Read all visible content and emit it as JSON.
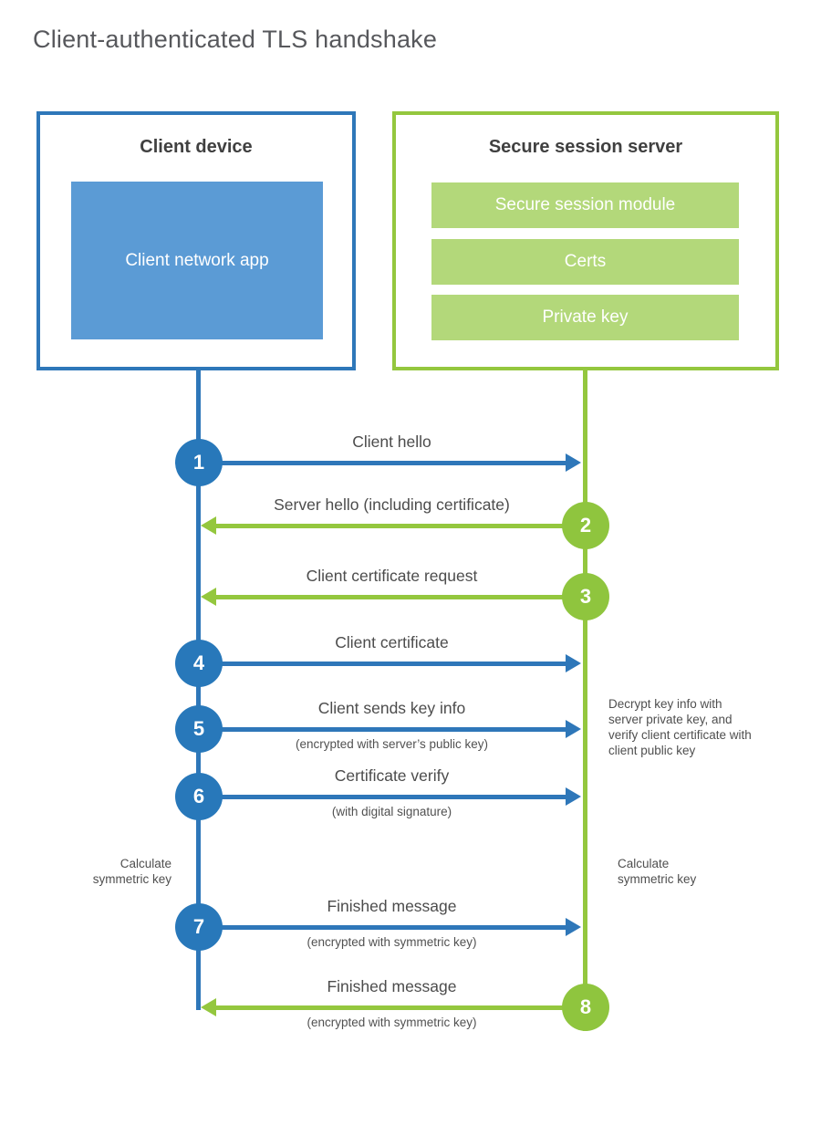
{
  "title": "Client-authenticated TLS handshake",
  "colors": {
    "blue_line": "#2e77b9",
    "blue_fill": "#5b9bd5",
    "green_line": "#94c73e",
    "green_fill": "#b3d87a",
    "text_dark": "#404040",
    "text_label": "#4c4c4c"
  },
  "client_box": {
    "title": "Client device",
    "app_label": "Client network app"
  },
  "server_box": {
    "title": "Secure session server",
    "modules": [
      "Secure session module",
      "Certs",
      "Private key"
    ]
  },
  "steps": [
    {
      "number": "1",
      "label": "Client hello",
      "sublabel": "",
      "direction": "right",
      "actor": "client"
    },
    {
      "number": "2",
      "label": "Server hello (including certificate)",
      "sublabel": "",
      "direction": "left",
      "actor": "server"
    },
    {
      "number": "3",
      "label": "Client certificate request",
      "sublabel": "",
      "direction": "left",
      "actor": "server"
    },
    {
      "number": "4",
      "label": "Client certificate",
      "sublabel": "",
      "direction": "right",
      "actor": "client"
    },
    {
      "number": "5",
      "label": "Client sends key info",
      "sublabel": "(encrypted with server’s public key)",
      "direction": "right",
      "actor": "client"
    },
    {
      "number": "6",
      "label": "Certificate verify",
      "sublabel": "(with digital signature)",
      "direction": "right",
      "actor": "client"
    },
    {
      "number": "7",
      "label": "Finished message",
      "sublabel": "(encrypted with symmetric key)",
      "direction": "right",
      "actor": "client"
    },
    {
      "number": "8",
      "label": "Finished message",
      "sublabel": "(encrypted with symmetric key)",
      "direction": "left",
      "actor": "server"
    }
  ],
  "annotations": {
    "server_note": "Decrypt key info with server private key, and verify client certificate with client public key",
    "client_calc": "Calculate symmetric key",
    "server_calc": "Calculate symmetric key"
  }
}
